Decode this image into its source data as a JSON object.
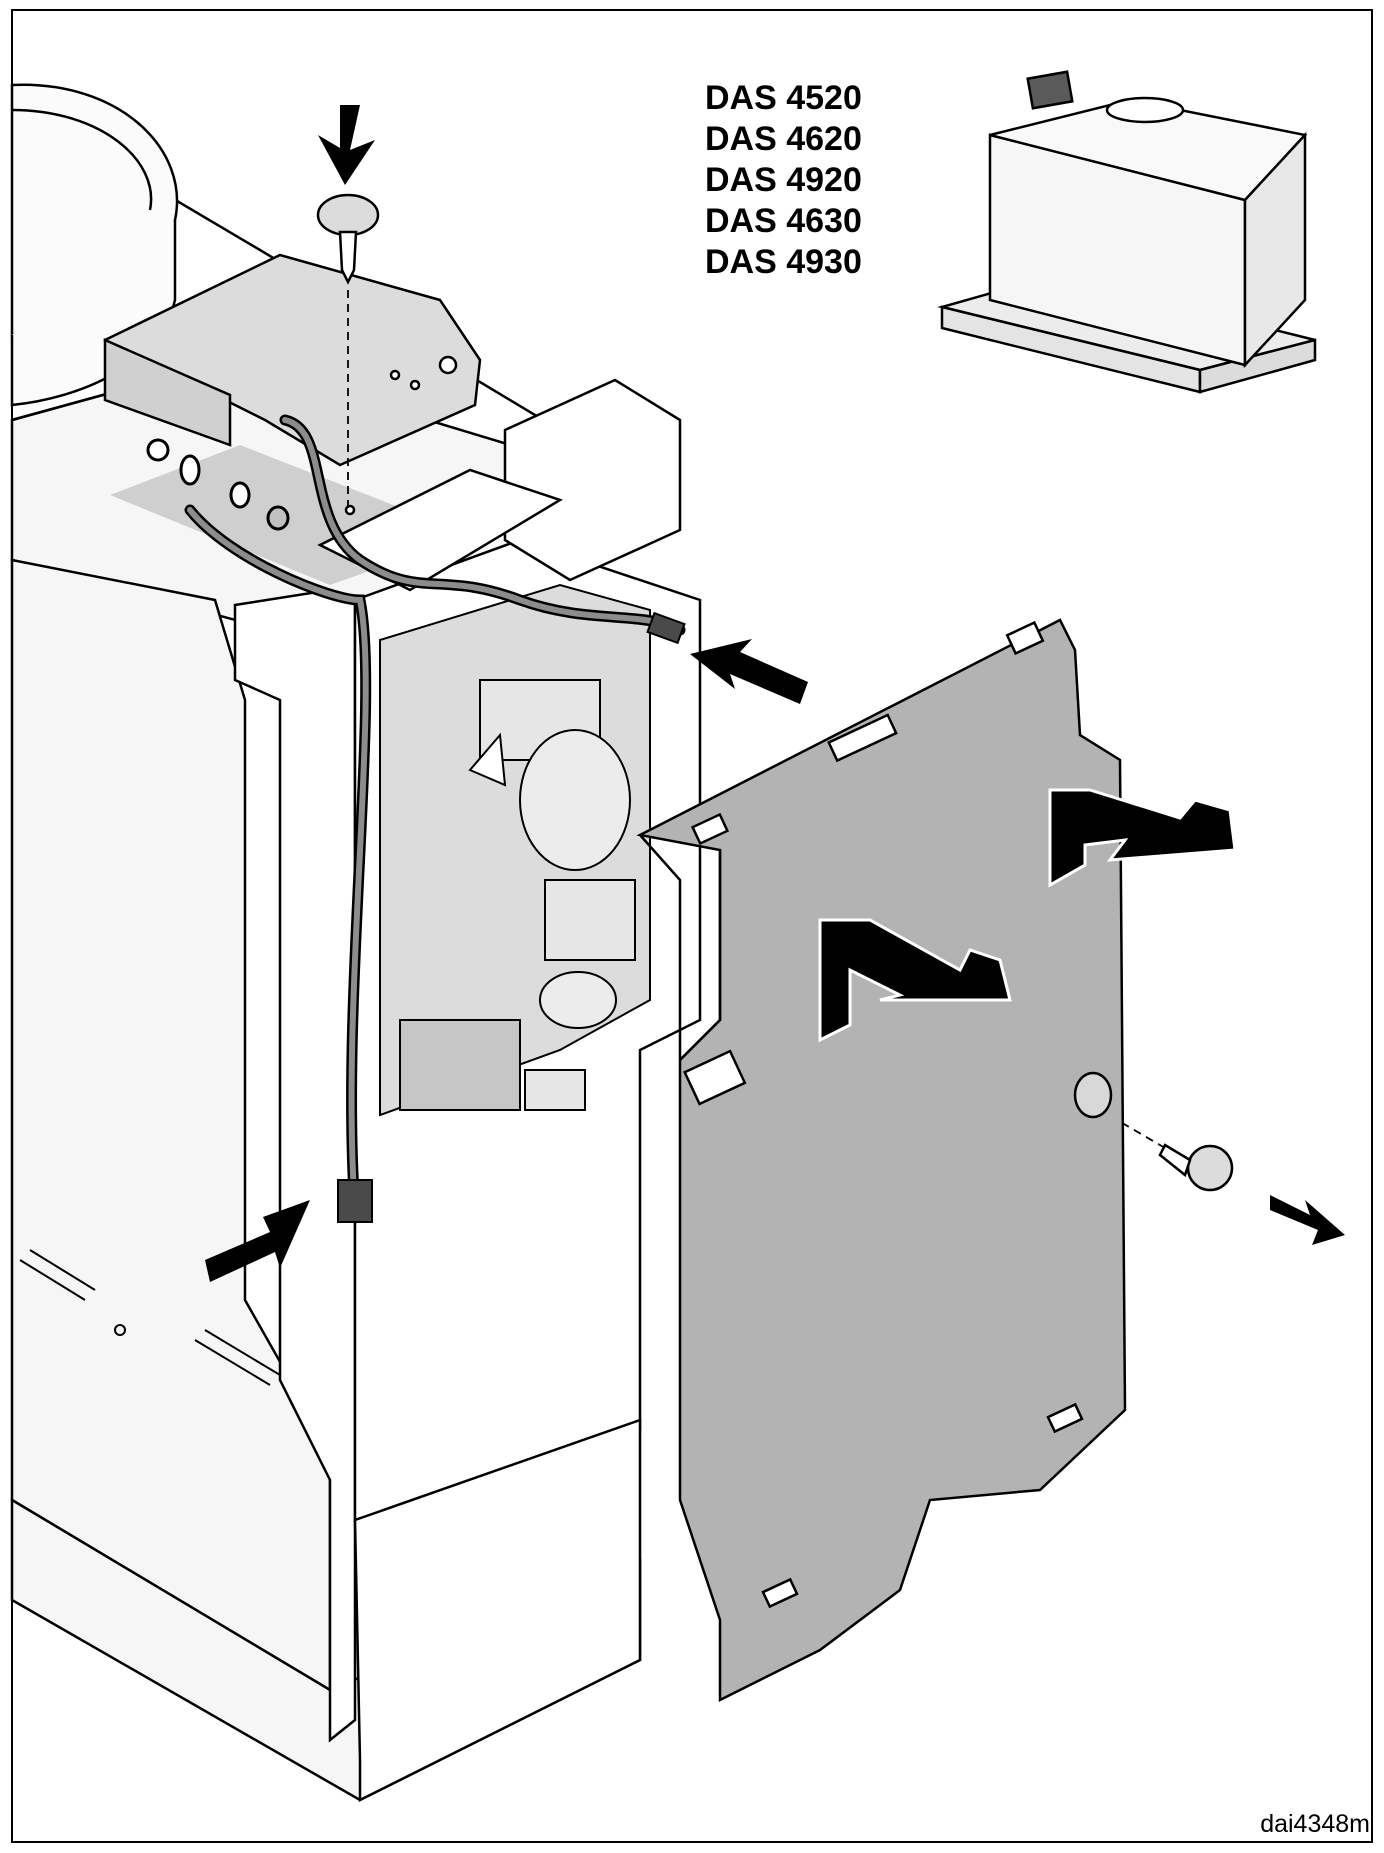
{
  "labels": {
    "models": [
      "DAS 4520",
      "DAS 4620",
      "DAS 4920",
      "DAS 4630",
      "DAS 4930"
    ],
    "figure_code": "dai4348m"
  },
  "colors": {
    "line": "#000000",
    "part_fill": "#dcdcdc",
    "cover_fill": "#b3b3b3",
    "hood_fill": "#f6f6f6",
    "shadow": "#cfcfcf",
    "arrow": "#000000"
  },
  "icons": {
    "arrow": "arrow-icon",
    "screw": "screw-icon"
  }
}
